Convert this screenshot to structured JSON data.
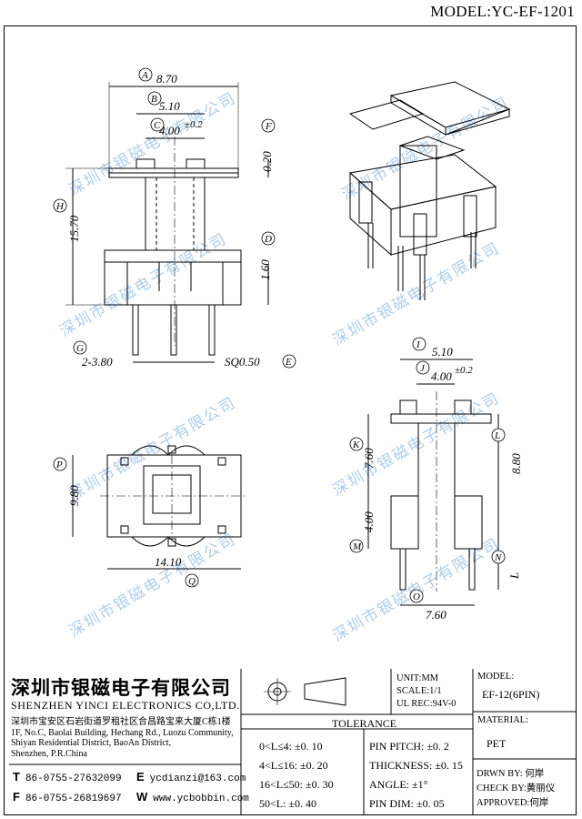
{
  "model_label": "MODEL:YC-EF-1201",
  "watermark": "深圳市银磁电子有限公司",
  "dimensions": {
    "A": "8.70",
    "B": "5.10",
    "C": "4.00",
    "C_tol": "±0.2",
    "F": "0.20",
    "H": "15.70",
    "D": "1.60",
    "G": "2-3.80",
    "E": "SQ0.50",
    "P": "9.80",
    "Q": "14.10",
    "I": "5.10",
    "J": "4.00",
    "J_tol": "±0.2",
    "K": "7.60",
    "L": "8.80",
    "M": "4.00",
    "N": "L",
    "O": "7.60"
  },
  "callouts": [
    "A",
    "B",
    "C",
    "D",
    "E",
    "F",
    "G",
    "H",
    "I",
    "J",
    "K",
    "L",
    "M",
    "N",
    "O",
    "P",
    "Q"
  ],
  "company": {
    "name_cn": "深圳市银磁电子有限公司",
    "name_en": "SHENZHEN YINCI ELECTRONICS CO,LTD.",
    "address_cn": "深圳市宝安区石岩街道罗租社区合昌路宝来大厦C栋1楼",
    "address_en_1": "1F, No.C, Baolai Building, Hechang Rd., Luozu Community,",
    "address_en_2": "Shiyan Residential District, BaoAn District,",
    "address_en_3": "Shenzhen, P.R.China",
    "tel_label": "T",
    "tel": "86-0755-27632099",
    "fax_label": "F",
    "fax": "86-0755-26819697",
    "email_label": "E",
    "email": "ycdianzi@163.com",
    "web_label": "W",
    "web": "www.ycbobbin.com"
  },
  "specs": {
    "unit": "UNIT:MM",
    "scale": "SCALE:1/1",
    "ul_rec": "UL REC:94V-0",
    "model_title": "MODEL:",
    "model_value": "EF-12(6PIN)",
    "material_title": "MATERIAL:",
    "material_value": "PET"
  },
  "tolerance": {
    "title": "TOLERANCE",
    "rows_left": [
      "0<L≤4: ±0. 10",
      "4<L≤16: ±0. 20",
      "16<L≤50: ±0. 30",
      "50<L: ±0. 40"
    ],
    "rows_right": [
      "PIN PITCH: ±0. 2",
      "THICKNESS: ±0. 15",
      "ANGLE: ±1°",
      "PIN DIM: ±0. 05"
    ]
  },
  "approval": {
    "drawn": "DRWN BY: 何岸",
    "check": "CHECK BY:黄丽仪",
    "approved": "APPROVED:何岸"
  }
}
